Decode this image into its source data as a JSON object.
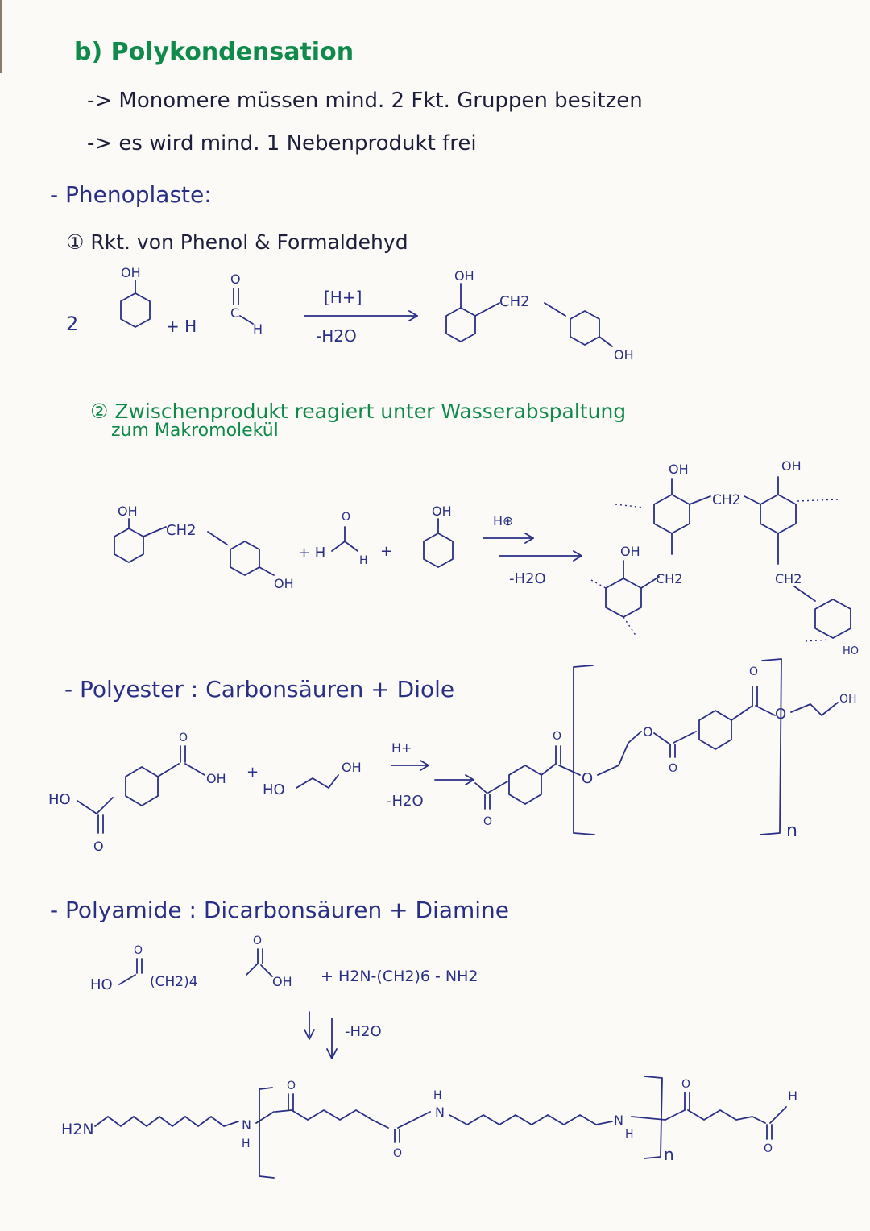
{
  "section": {
    "title": "b) Polykondensation",
    "notes": [
      "-> Monomere müssen mind. 2 Fkt. Gruppen besitzen",
      "-> es wird mind. 1 Nebenprodukt frei"
    ]
  },
  "phenoplaste": {
    "heading": "- Phenoplaste:",
    "step1": "① Rkt. von Phenol & Formaldehyd",
    "step2_line1": "② Zwischenprodukt reagiert unter Wasserabspaltung",
    "step2_line2": "zum Makromolekül",
    "labels": {
      "coef": "2",
      "oh": "OH",
      "o": "O",
      "plus_h": "+ H",
      "h": "H",
      "c": "C",
      "catalyst": "[H+]",
      "minus_water": "-H2O",
      "ch2": "CH2",
      "plus": "+",
      "h_plus_circle": "H⊕",
      "ho": "HO"
    }
  },
  "polyester": {
    "heading": "- Polyester : Carbonsäuren + Diole",
    "labels": {
      "ho": "HO",
      "oh": "OH",
      "o": "O",
      "plus": "+",
      "catalyst": "H+",
      "minus_water": "-H2O",
      "n": "n"
    }
  },
  "polyamide": {
    "heading": "- Polyamide : Dicarbonsäuren + Diamine",
    "acid": "HO",
    "acid_mid": "(CH2)4",
    "acid_end": "OH",
    "amine": "+ H2N-(CH2)6 - NH2",
    "minus_water": "-H2O",
    "chain_start": "H2N",
    "labels": {
      "o": "O",
      "n": "N",
      "h": "H",
      "n_index": "n"
    }
  }
}
